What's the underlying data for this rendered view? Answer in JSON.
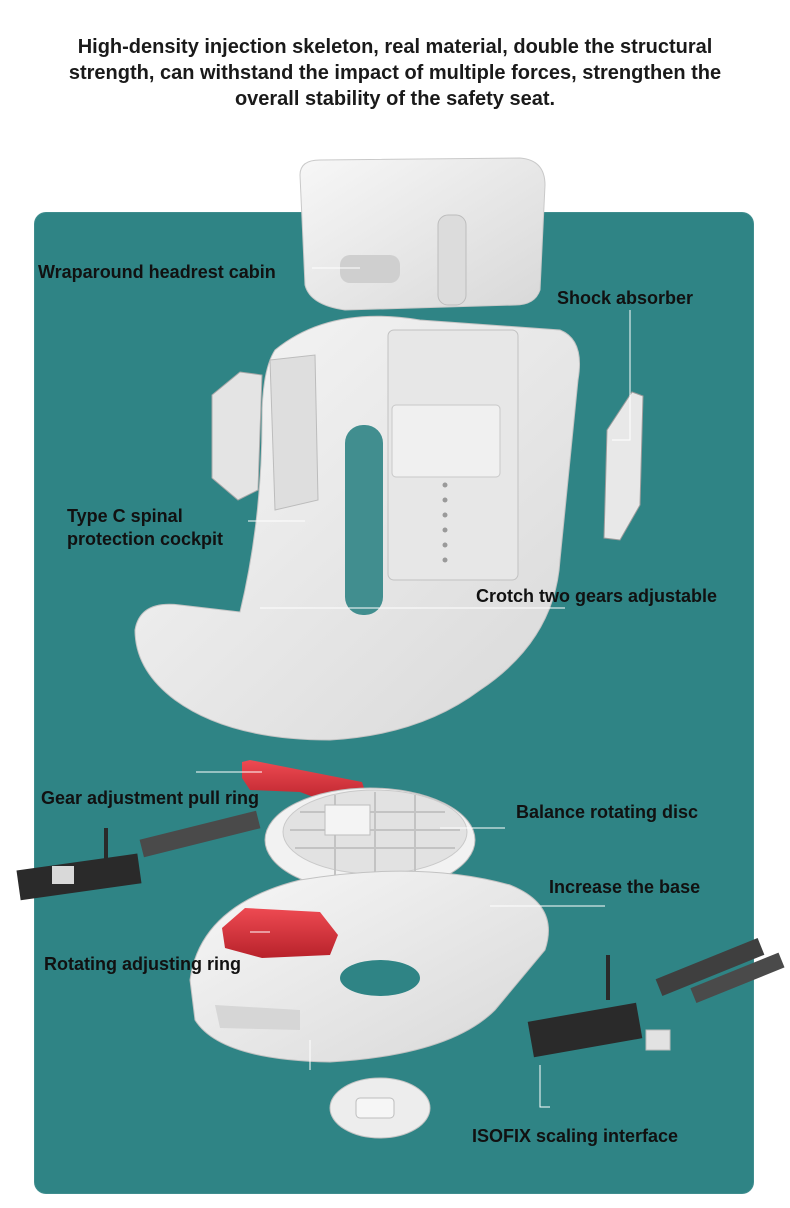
{
  "headline": "High-density injection skeleton, real material, double the structural strength, can withstand the impact of multiple forces, strengthen the overall stability of the safety seat.",
  "colors": {
    "panel": "#2f8485",
    "seat": "#ececec",
    "red_parts": "#d9303a",
    "metal": "#2a2a2a"
  },
  "labels": {
    "headrest": "Wraparound headrest cabin",
    "shock": "Shock absorber",
    "spinal_line1": "Type C spinal",
    "spinal_line2": "protection cockpit",
    "crotch": "Crotch two gears adjustable",
    "pull_ring": "Gear adjustment pull ring",
    "disc": "Balance rotating disc",
    "base": "Increase the base",
    "rotating_ring": "Rotating adjusting ring",
    "isofix": "ISOFIX scaling interface"
  }
}
